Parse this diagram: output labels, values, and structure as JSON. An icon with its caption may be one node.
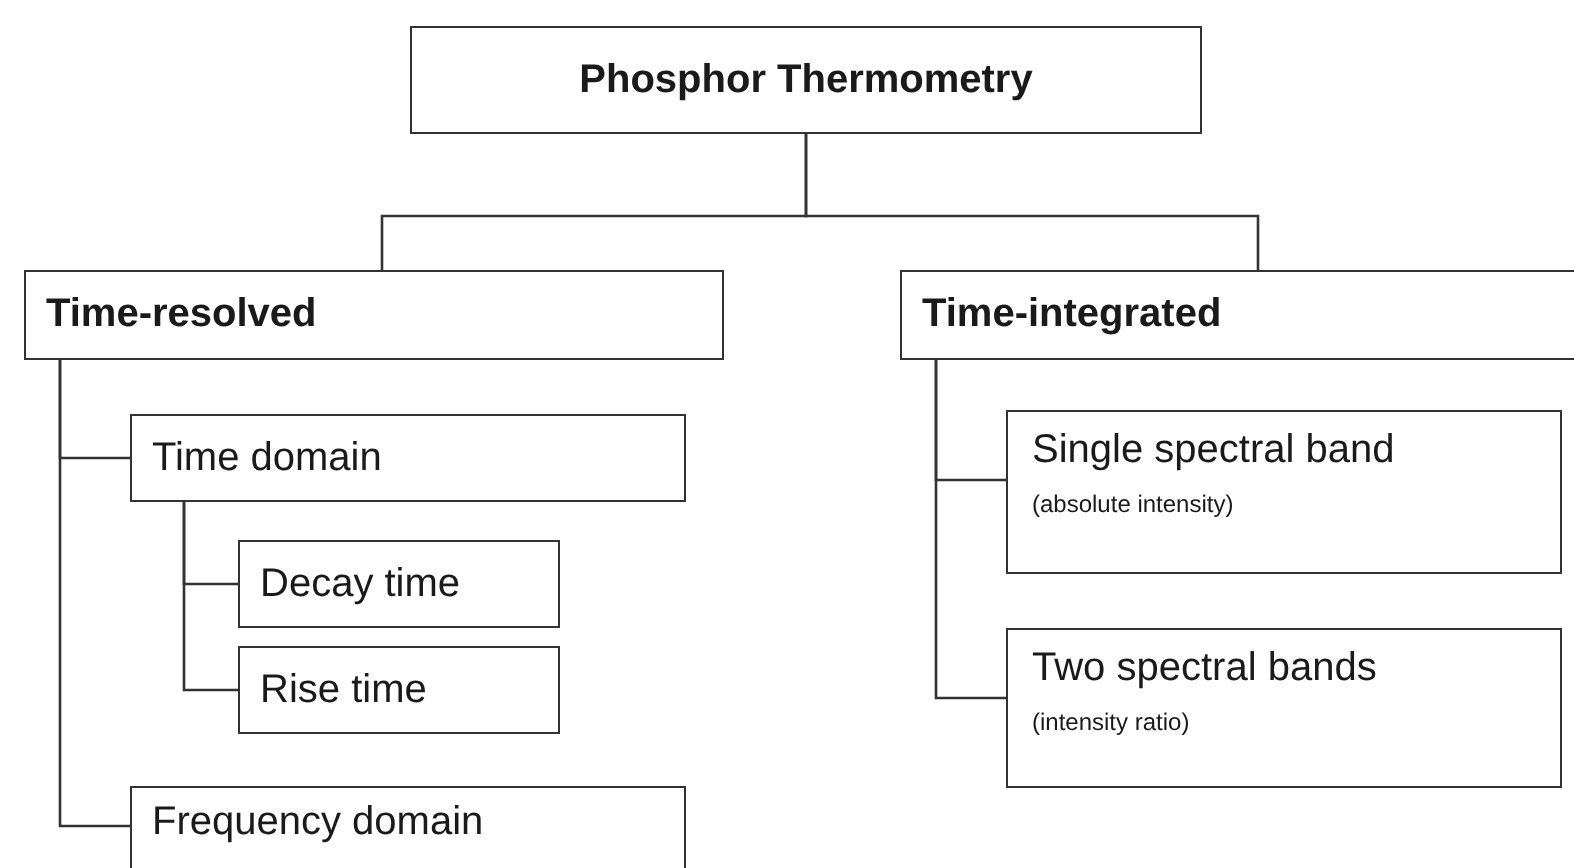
{
  "diagram": {
    "nodes": [
      {
        "text": [
          "Phosphor Thermometry"
        ]
      },
      {
        "text": [
          "Time-resolved"
        ]
      },
      {
        "text": [
          "Time domain"
        ]
      },
      {
        "text": [
          "Decay time"
        ]
      },
      {
        "text": [
          "Rise time"
        ]
      },
      {
        "text": [
          "Frequency domain"
        ]
      },
      {
        "text": [
          "Time-integrated"
        ]
      },
      {
        "text": [
          "Single spectral band",
          "(absolute intensity)"
        ]
      },
      {
        "text": [
          "Two spectral bands",
          "(intensity ratio)"
        ]
      }
    ],
    "edges": [
      {
        "from": 0,
        "to": 1,
        "arrow": "none"
      },
      {
        "from": 0,
        "to": 6,
        "arrow": "none"
      },
      {
        "from": 1,
        "to": 2,
        "arrow": "none"
      },
      {
        "from": 2,
        "to": 3,
        "arrow": "none"
      },
      {
        "from": 2,
        "to": 4,
        "arrow": "none"
      },
      {
        "from": 1,
        "to": 5,
        "arrow": "none"
      },
      {
        "from": 6,
        "to": 7,
        "arrow": "none"
      },
      {
        "from": 6,
        "to": 8,
        "arrow": "none"
      }
    ]
  }
}
